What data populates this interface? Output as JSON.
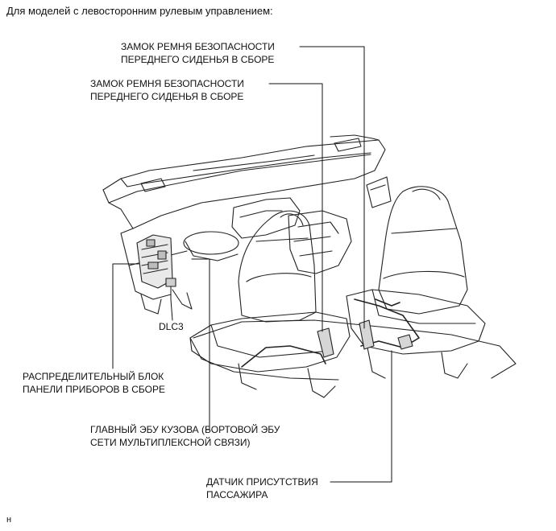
{
  "title": "Для моделей с левосторонним рулевым управлением:",
  "labels": {
    "buckle_1_line1": "ЗАМОК РЕМНЯ БЕЗОПАСНОСТИ",
    "buckle_1_line2": "ПЕРЕДНЕГО СИДЕНЬЯ В СБОРЕ",
    "buckle_2_line1": "ЗАМОК РЕМНЯ БЕЗОПАСНОСТИ",
    "buckle_2_line2": "ПЕРЕДНЕГО СИДЕНЬЯ В СБОРЕ",
    "dlc3": "DLC3",
    "junction_line1": "РАСПРЕДЕЛИТЕЛЬНЫЙ БЛОК",
    "junction_line2": "ПАНЕЛИ ПРИБОРОВ В СБОРЕ",
    "ecu_line1": "ГЛАВНЫЙ ЭБУ КУЗОВА (БОРТОВОЙ ЭБУ",
    "ecu_line2": "СЕТИ МУЛЬТИПЛЕКСНОЙ СВЯЗИ)",
    "sensor_line1": "ДАТЧИК ПРИСУТСТВИЯ",
    "sensor_line2": "ПАССАЖИРА"
  },
  "footer_mark": "н"
}
